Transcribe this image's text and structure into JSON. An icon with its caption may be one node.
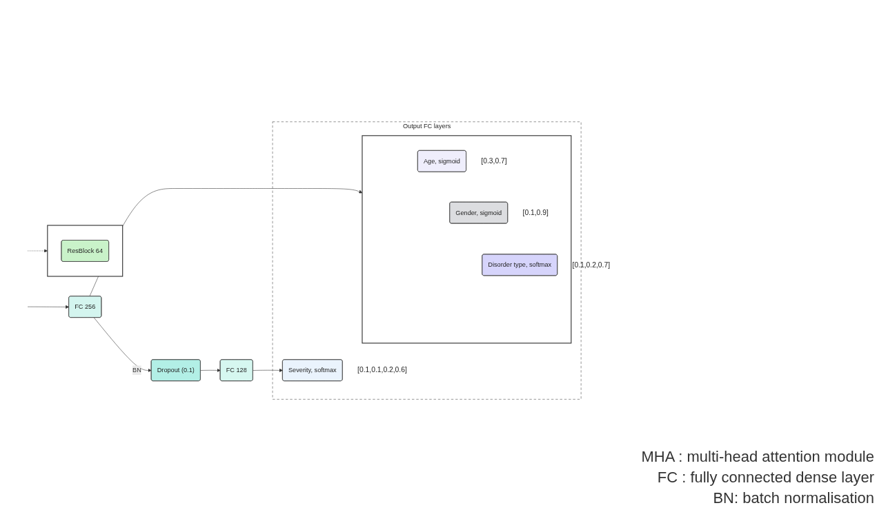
{
  "diagram": {
    "nodes": [
      {
        "text": [
          "FC 256"
        ]
      },
      {
        "text": [
          "Dropout (0.1)"
        ]
      },
      {
        "text": [
          "FC 128"
        ]
      },
      {
        "text": [
          "Output FC layers"
        ]
      },
      {
        "text": [
          "Severity, softmax"
        ],
        "in": 3,
        "beside": [
          "[0.1,0.1,0.2,0.6]"
        ]
      },
      {
        "text": [],
        "shape": "box",
        "in": 3
      },
      {
        "text": [
          "Age, sigmoid"
        ],
        "in": 5,
        "beside": [
          "[0.3,0.7]"
        ]
      },
      {
        "text": [
          "Gender, sigmoid"
        ],
        "in": 5,
        "beside": [
          "[0.1,0.9]"
        ]
      },
      {
        "text": [
          "Disorder type, softmax"
        ],
        "in": 5,
        "beside": [
          "[0.1,0.2,0.7]"
        ]
      },
      {
        "text": [],
        "shape": "box"
      },
      {
        "text": [
          "ResBlock 64"
        ],
        "in": 9
      }
    ],
    "edges": [
      {
        "from": null,
        "to": 0,
        "arrow": "to"
      },
      {
        "from": 0,
        "to": 1,
        "arrow": "to",
        "label": "BN"
      },
      {
        "from": 1,
        "to": 2,
        "arrow": "to"
      },
      {
        "from": 2,
        "to": 4,
        "arrow": "to"
      },
      {
        "from": 0,
        "to": 5,
        "arrow": "to"
      },
      {
        "from": null,
        "to": 9,
        "arrow": "to",
        "style": "dashed"
      }
    ],
    "labels": [
      "MHA : multi-head attention module",
      "FC : fully connected dense layer",
      "BN: batch normalisation"
    ]
  }
}
